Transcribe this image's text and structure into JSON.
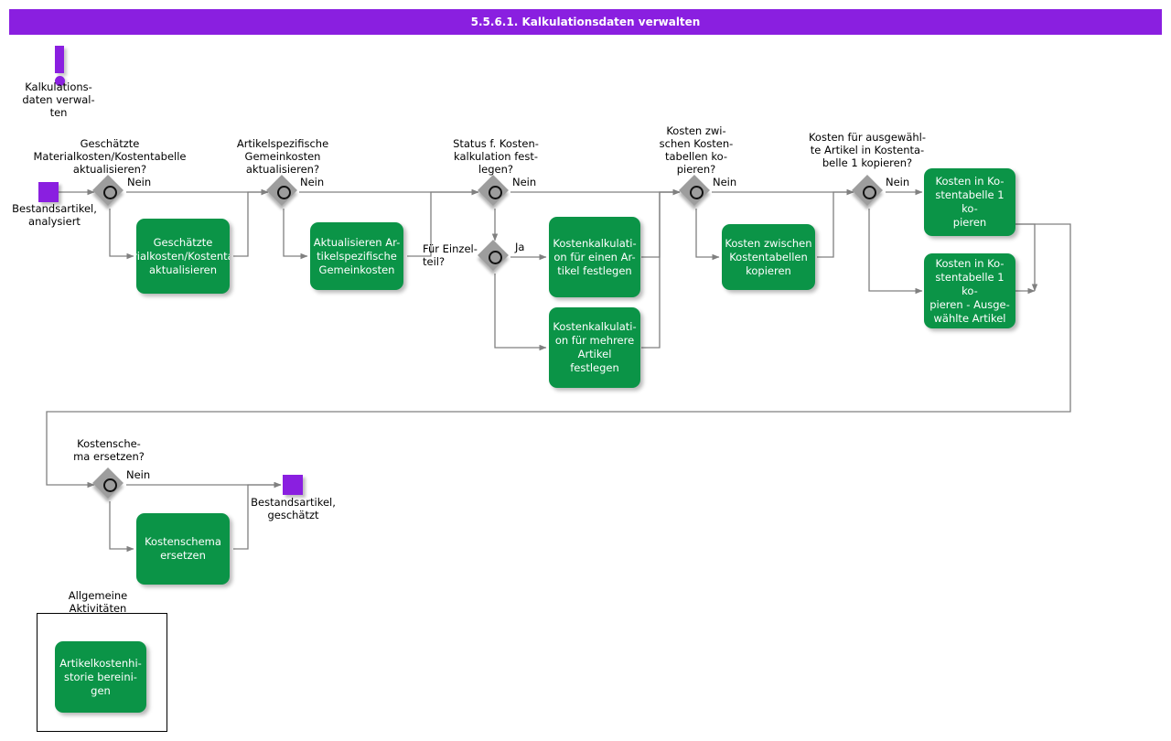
{
  "header": {
    "title": "5.5.6.1. Kalkulationsdaten verwalten"
  },
  "diagram": {
    "type": "bpmn-flowchart",
    "colors": {
      "accent_purple": "#8A1FE0",
      "task_green": "#0b9447",
      "gateway_gray": "#9d9d9d",
      "connector_gray": "#808080",
      "text_white": "#ffffff",
      "text_black": "#000000"
    },
    "start_event": {
      "icon": "exclamation-marker",
      "label": "Kalkulations-\ndaten  verwal-\nten"
    },
    "states": [
      {
        "id": "state-in",
        "label": "Bestandsartikel,\nanalysiert"
      },
      {
        "id": "state-out",
        "label": "Bestandsartikel,\ngeschätzt"
      }
    ],
    "gateways": [
      {
        "id": "gw1",
        "question": "Geschätzte\nMaterialkosten/Kostentabelle\naktualisieren?",
        "no_label": "Nein"
      },
      {
        "id": "gw2",
        "question": "Artikelspezifische\nGemeinkosten\naktualisieren?",
        "no_label": "Nein"
      },
      {
        "id": "gw3",
        "question": "Status f.  Kosten-\nkalkulation  fest-\nlegen?",
        "no_label": "Nein"
      },
      {
        "id": "gw4",
        "question": "Für Einzel-\nteil?",
        "yes_label": "Ja"
      },
      {
        "id": "gw5",
        "question": "Kosten  zwi-\nschen  Kosten-\ntabellen  ko-\npieren?",
        "no_label": "Nein"
      },
      {
        "id": "gw6",
        "question": "Kosten für ausgewähl-\nte Artikel in Kostenta-\nbelle 1 kopieren?",
        "no_label": "Nein"
      },
      {
        "id": "gw7",
        "question": "Kostensche-\nma ersetzen?",
        "no_label": "Nein"
      }
    ],
    "tasks": [
      {
        "id": "t1",
        "label": "Geschätzte\nMaterialkosten/Kostentabelle\naktualisieren"
      },
      {
        "id": "t2",
        "label": "Aktualisieren Ar-\ntikelspezifische\nGemeinkosten"
      },
      {
        "id": "t3",
        "label": "Kostenkalkulati-\non für einen Ar-\ntikel festlegen"
      },
      {
        "id": "t4",
        "label": "Kostenkalkulati-\non für mehrere\nArtikel festlegen"
      },
      {
        "id": "t5",
        "label": "Kosten zwischen\nKostentabellen\nkopieren"
      },
      {
        "id": "t6",
        "label": "Kosten in Ko-\nstentabelle 1 ko-\npieren"
      },
      {
        "id": "t7",
        "label": "Kosten in Ko-\nstentabelle 1 ko-\npieren - Ausge-\nwählte Artikel"
      },
      {
        "id": "t8",
        "label": "Kostenschema\nersetzen"
      },
      {
        "id": "t9",
        "label": "Artikelkostenhi-\nstorie  bereini-\ngen"
      }
    ],
    "group": {
      "id": "grp-allgemeine",
      "label": "Allgemeine\nAktivitäten"
    }
  }
}
